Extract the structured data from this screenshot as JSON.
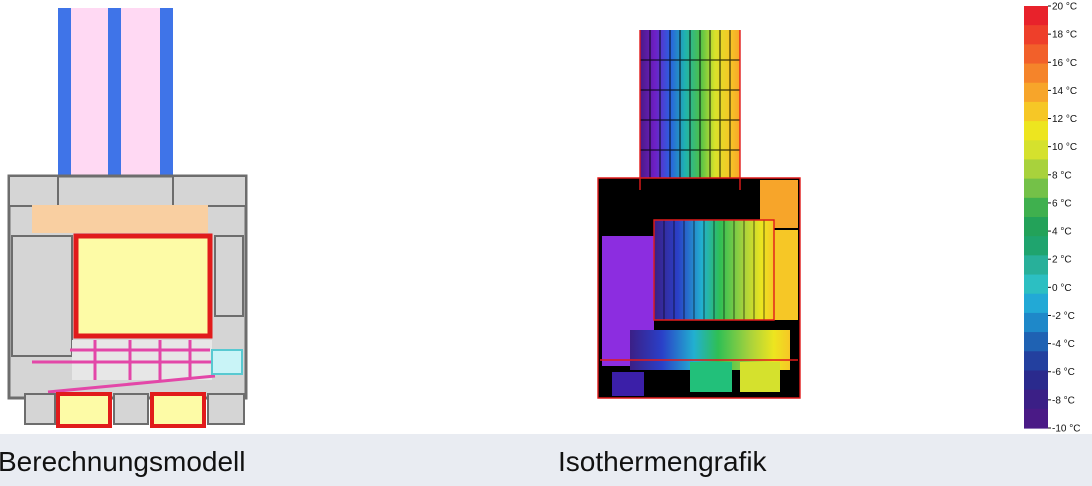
{
  "captions": {
    "model": "Berechnungsmodell",
    "isotherm": "Isothermengrafik"
  },
  "legend": {
    "labels": [
      "20 °C",
      "18 °C",
      "16 °C",
      "14 °C",
      "12 °C",
      "10 °C",
      "8 °C",
      "6 °C",
      "4 °C",
      "2 °C",
      "0 °C",
      "-2 °C",
      "-4 °C",
      "-6 °C",
      "-8 °C",
      "-10 °C"
    ],
    "colors": [
      "#e8222b",
      "#ee3f2a",
      "#f2602a",
      "#f5842a",
      "#f7a52a",
      "#f6c726",
      "#ede51f",
      "#d5e12d",
      "#a8d23c",
      "#74c148",
      "#3fb04e",
      "#23a259",
      "#1fa46e",
      "#28b09a",
      "#2cbfc2",
      "#22a9d6",
      "#1e88c9",
      "#1f62b3",
      "#23409f",
      "#2a2a8d",
      "#3b1f86",
      "#4a1a86"
    ]
  }
}
